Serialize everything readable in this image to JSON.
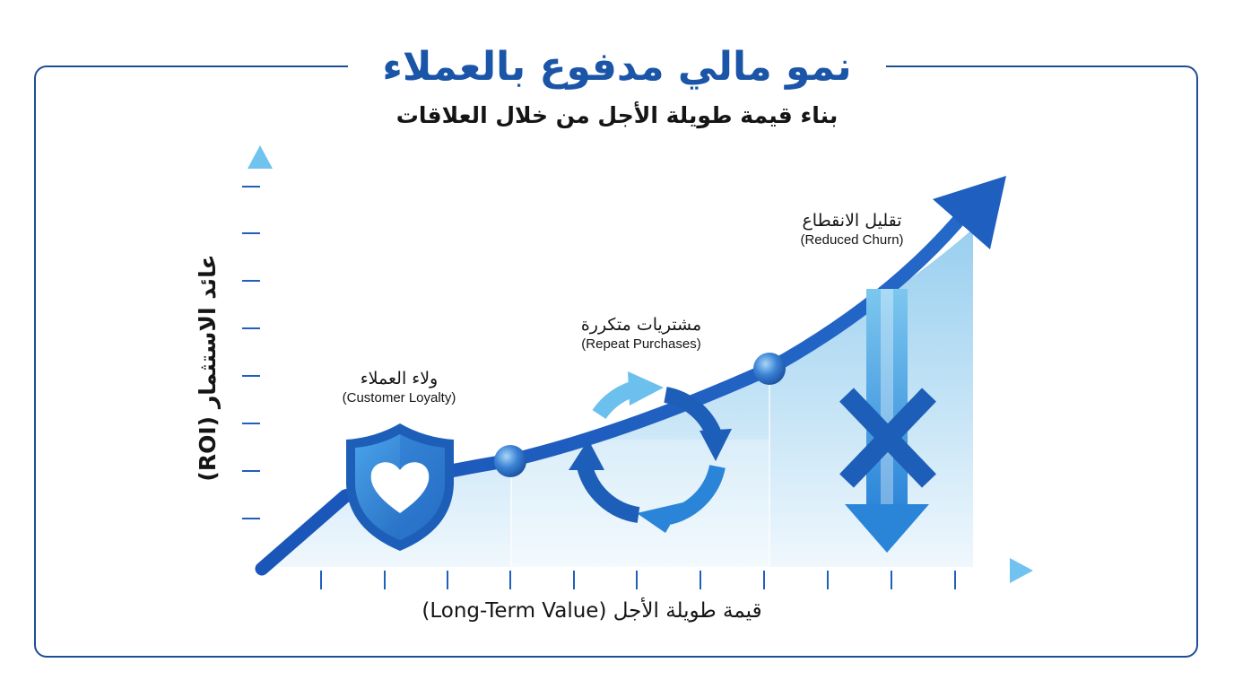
{
  "header": {
    "title": "نمو مالي مدفوع بالعملاء",
    "subtitle": "بناء قيمة طويلة الأجل من خلال العلاقات"
  },
  "axes": {
    "y_label": "عائد الاستثمار (ROI)",
    "x_label": "قيمة طويلة الأجل (Long-Term Value)"
  },
  "stages": [
    {
      "label_ar": "ولاء العملاء",
      "label_en": "(Customer Loyalty)",
      "icon": "heart-shield-icon"
    },
    {
      "label_ar": "مشتريات متكررة",
      "label_en": "(Repeat Purchases)",
      "icon": "cycle-arrows-icon"
    },
    {
      "label_ar": "تقليل الانقطاع",
      "label_en": "(Reduced Churn)",
      "icon": "x-down-arrow-icon"
    }
  ],
  "colors": {
    "primary": "#1a55a8",
    "curve": "#1f5fc0",
    "light": "#5fb4e6",
    "frame": "#1e4f96"
  }
}
